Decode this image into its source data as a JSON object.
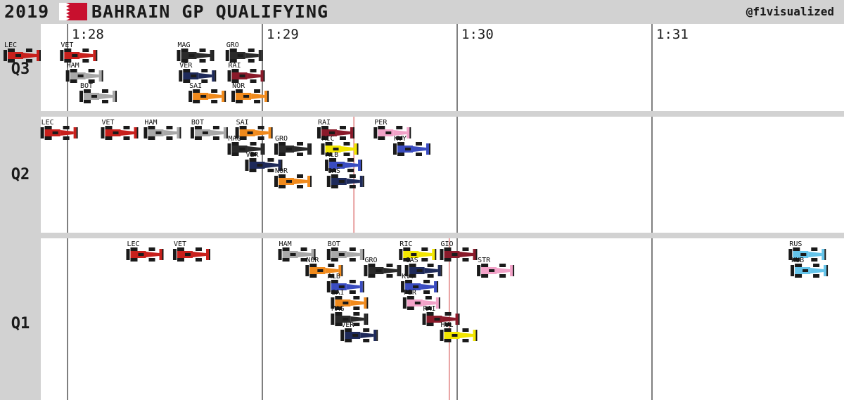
{
  "header": {
    "year": "2019",
    "title": "BAHRAIN GP QUALIFYING",
    "handle": "@f1visualized"
  },
  "colors": {
    "flag_red": "#c8102e",
    "cutoff_line": "#e8a0a0",
    "grid": "#555555",
    "teams": {
      "ferrari": "#c8201c",
      "mercedes": "#a8a8a8",
      "redbull": "#1e2a5a",
      "haas": "#2a2a2a",
      "alfa": "#8a1a2a",
      "mclaren": "#f08a1c",
      "racingpoint": "#f2a2c8",
      "renault": "#f2e600",
      "tororosso": "#3a4cc0",
      "williams": "#64c4ea"
    }
  },
  "chart_data": {
    "type": "scatter",
    "title": "BAHRAIN GP QUALIFYING",
    "xlabel": "",
    "ylabel": "",
    "x_ticks": [
      "1:28",
      "1:29",
      "1:30",
      "1:31"
    ],
    "x_tick_values": [
      88,
      89,
      90,
      91
    ],
    "xlim": [
      87.86,
      91.99
    ],
    "grid": true,
    "sessions": [
      {
        "name": "Q3",
        "cutoff": null,
        "cars": [
          {
            "code": "LEC",
            "team": "ferrari",
            "time": 87.87
          },
          {
            "code": "VET",
            "team": "ferrari",
            "time": 88.16
          },
          {
            "code": "HAM",
            "team": "mercedes",
            "time": 88.19
          },
          {
            "code": "BOT",
            "team": "mercedes",
            "time": 88.26
          },
          {
            "code": "VER",
            "team": "redbull",
            "time": 88.77
          },
          {
            "code": "MAG",
            "team": "haas",
            "time": 88.76
          },
          {
            "code": "SAI",
            "team": "mclaren",
            "time": 88.82
          },
          {
            "code": "GRO",
            "team": "haas",
            "time": 89.01
          },
          {
            "code": "RAI",
            "team": "alfa",
            "time": 89.02
          },
          {
            "code": "NOR",
            "team": "mclaren",
            "time": 89.04
          }
        ]
      },
      {
        "name": "Q2",
        "cutoff": 89.47,
        "cars": [
          {
            "code": "LEC",
            "team": "ferrari",
            "time": 88.06
          },
          {
            "code": "VET",
            "team": "ferrari",
            "time": 88.37
          },
          {
            "code": "HAM",
            "team": "mercedes",
            "time": 88.59
          },
          {
            "code": "BOT",
            "team": "mercedes",
            "time": 88.83
          },
          {
            "code": "MAG",
            "team": "haas",
            "time": 89.02
          },
          {
            "code": "SAI",
            "team": "mclaren",
            "time": 89.06
          },
          {
            "code": "VER",
            "team": "redbull",
            "time": 89.11
          },
          {
            "code": "GRO",
            "team": "haas",
            "time": 89.26
          },
          {
            "code": "NOR",
            "team": "mclaren",
            "time": 89.26
          },
          {
            "code": "RAI",
            "team": "alfa",
            "time": 89.48
          },
          {
            "code": "RIC",
            "team": "renault",
            "time": 89.5
          },
          {
            "code": "ALB",
            "team": "tororosso",
            "time": 89.52
          },
          {
            "code": "GAS",
            "team": "redbull",
            "time": 89.53
          },
          {
            "code": "PER",
            "team": "racingpoint",
            "time": 89.77
          },
          {
            "code": "KVY",
            "team": "tororosso",
            "time": 89.87
          }
        ]
      },
      {
        "name": "Q1",
        "cutoff": 89.96,
        "cars": [
          {
            "code": "LEC",
            "team": "ferrari",
            "time": 88.5
          },
          {
            "code": "VET",
            "team": "ferrari",
            "time": 88.74
          },
          {
            "code": "HAM",
            "team": "mercedes",
            "time": 89.28
          },
          {
            "code": "VER",
            "team": "redbull",
            "time": 89.6
          },
          {
            "code": "NOR",
            "team": "mclaren",
            "time": 89.42
          },
          {
            "code": "GRO",
            "team": "haas",
            "time": 89.72
          },
          {
            "code": "BOT",
            "team": "mercedes",
            "time": 89.53
          },
          {
            "code": "ALB",
            "team": "tororosso",
            "time": 89.53
          },
          {
            "code": "SAI",
            "team": "mclaren",
            "time": 89.55
          },
          {
            "code": "MAG",
            "team": "haas",
            "time": 89.55
          },
          {
            "code": "RIC",
            "team": "renault",
            "time": 89.9
          },
          {
            "code": "KVY",
            "team": "tororosso",
            "time": 89.91
          },
          {
            "code": "PER",
            "team": "racingpoint",
            "time": 89.92
          },
          {
            "code": "GAS",
            "team": "redbull",
            "time": 89.93
          },
          {
            "code": "RAI",
            "team": "alfa",
            "time": 90.02
          },
          {
            "code": "GIO",
            "team": "alfa",
            "time": 90.11
          },
          {
            "code": "HUL",
            "team": "renault",
            "time": 90.11
          },
          {
            "code": "STR",
            "team": "racingpoint",
            "time": 90.3
          },
          {
            "code": "RUS",
            "team": "williams",
            "time": 91.9
          },
          {
            "code": "KUB",
            "team": "williams",
            "time": 91.91
          }
        ]
      }
    ]
  }
}
